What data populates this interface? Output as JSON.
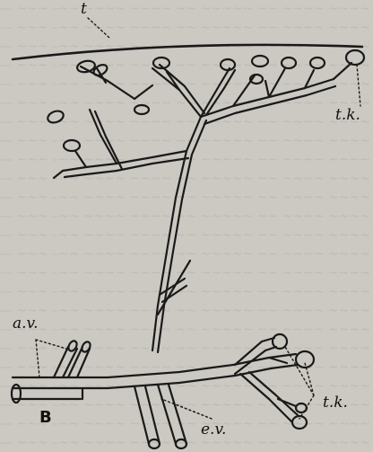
{
  "labels": {
    "t": "t",
    "tk_a": "t.k.",
    "av": "a.v.",
    "b": "B",
    "ev": "e.v.",
    "tk_b": "t.k."
  }
}
